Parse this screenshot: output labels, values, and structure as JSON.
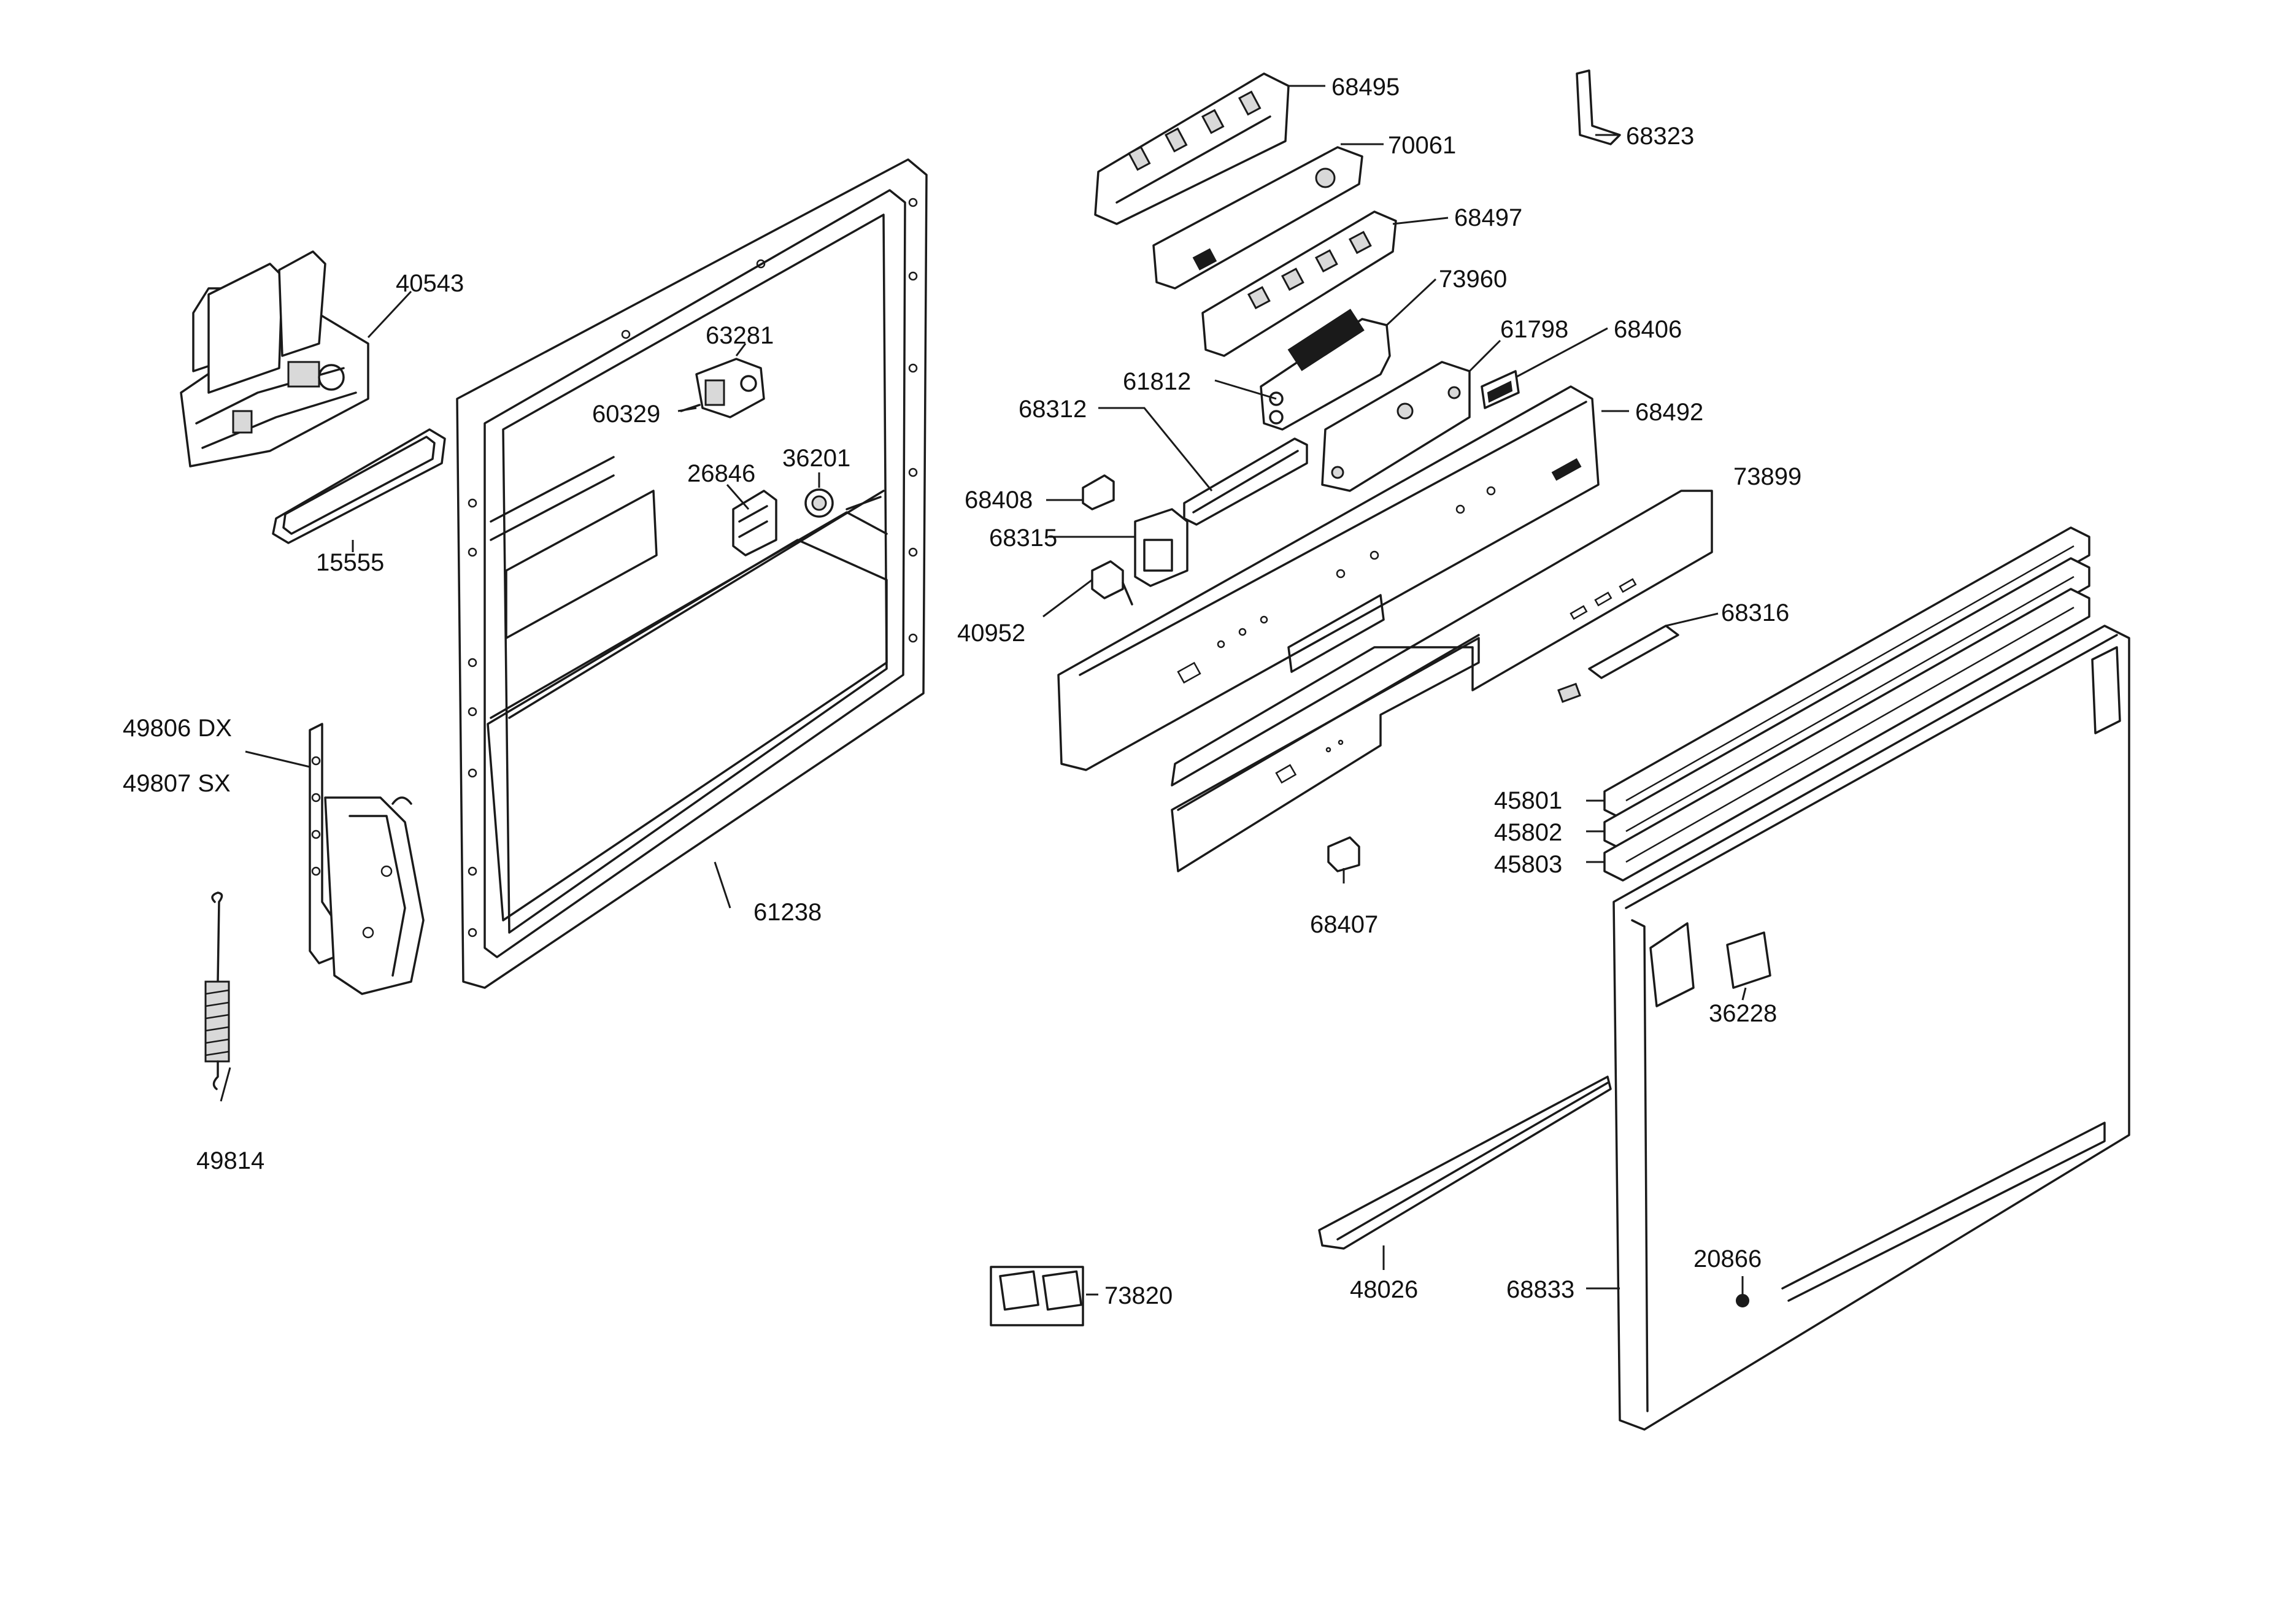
{
  "diagram": {
    "parts": [
      {
        "id": "p68495",
        "label": "68495"
      },
      {
        "id": "p70061",
        "label": "70061"
      },
      {
        "id": "p68497",
        "label": "68497"
      },
      {
        "id": "p73960",
        "label": "73960"
      },
      {
        "id": "p61798",
        "label": "61798"
      },
      {
        "id": "p68406",
        "label": "68406"
      },
      {
        "id": "p61812",
        "label": "61812"
      },
      {
        "id": "p68312",
        "label": "68312"
      },
      {
        "id": "p68492",
        "label": "68492"
      },
      {
        "id": "p68408",
        "label": "68408"
      },
      {
        "id": "p68315",
        "label": "68315"
      },
      {
        "id": "p73899",
        "label": "73899"
      },
      {
        "id": "p40952",
        "label": "40952"
      },
      {
        "id": "p68316",
        "label": "68316"
      },
      {
        "id": "p68323",
        "label": "68323"
      },
      {
        "id": "p40543",
        "label": "40543"
      },
      {
        "id": "p63281",
        "label": "63281"
      },
      {
        "id": "p60329",
        "label": "60329"
      },
      {
        "id": "p26846",
        "label": "26846"
      },
      {
        "id": "p36201",
        "label": "36201"
      },
      {
        "id": "p15555",
        "label": "15555"
      },
      {
        "id": "p49806",
        "label": "49806 DX"
      },
      {
        "id": "p49807",
        "label": "49807 SX"
      },
      {
        "id": "p61238",
        "label": "61238"
      },
      {
        "id": "p49814",
        "label": "49814"
      },
      {
        "id": "p45801",
        "label": "45801"
      },
      {
        "id": "p45802",
        "label": "45802"
      },
      {
        "id": "p45803",
        "label": "45803"
      },
      {
        "id": "p68407",
        "label": "68407"
      },
      {
        "id": "p36228",
        "label": "36228"
      },
      {
        "id": "p20866",
        "label": "20866"
      },
      {
        "id": "p48026",
        "label": "48026"
      },
      {
        "id": "p68833",
        "label": "68833"
      },
      {
        "id": "p73820",
        "label": "73820"
      }
    ]
  }
}
